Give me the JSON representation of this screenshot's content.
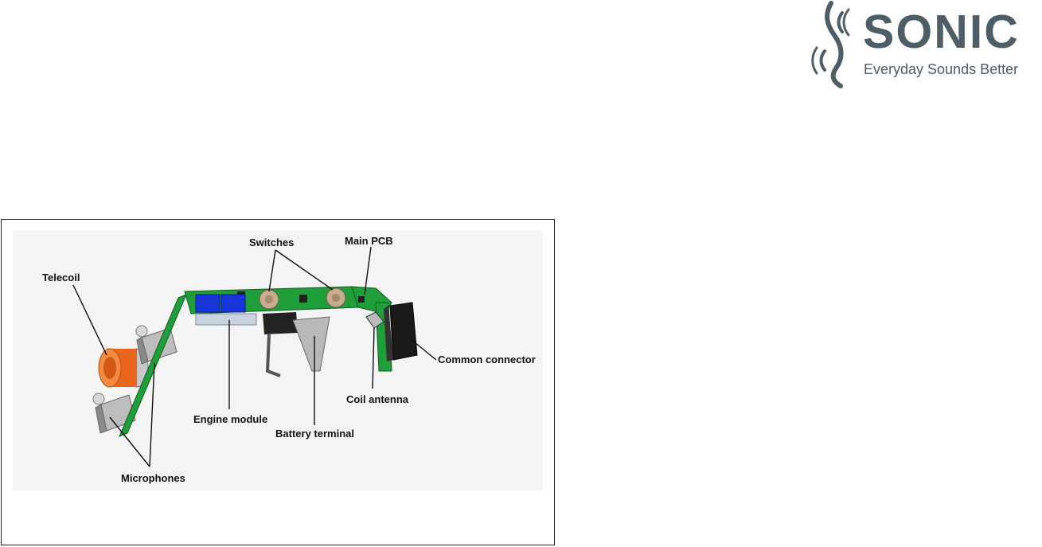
{
  "logo": {
    "brand": "SONIC",
    "tagline": "Everyday Sounds Better",
    "color": "#4e5d66"
  },
  "figure": {
    "labels": {
      "switches": "Switches",
      "main_pcb": "Main PCB",
      "telecoil": "Telecoil",
      "common_connector": "Common connector",
      "coil_antenna": "Coil antenna",
      "engine_module": "Engine module",
      "battery_terminal": "Battery terminal",
      "microphones": "Microphones"
    },
    "colors": {
      "pcb": "#1f9e3a",
      "telecoil": "#e8661e",
      "engine_blue": "#1a36d8",
      "connector": "#1a1a1a"
    }
  }
}
